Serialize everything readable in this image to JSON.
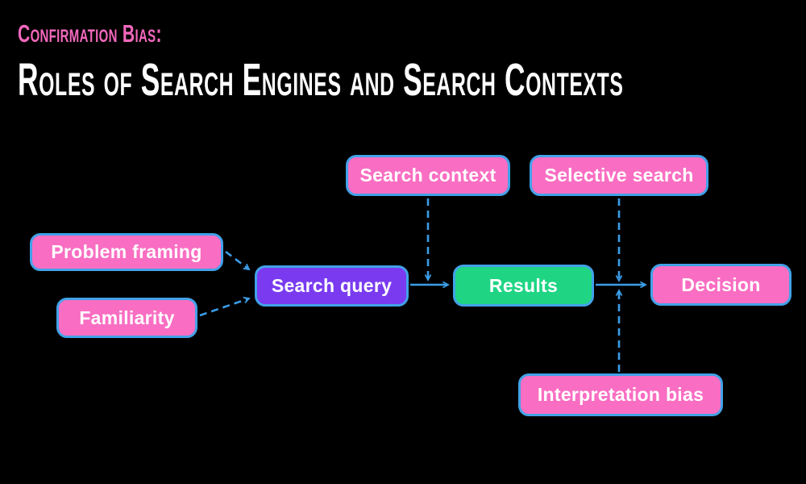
{
  "header": {
    "subtitle": "Confirmation Bias:",
    "title": "Roles of Search Engines and Search Contexts"
  },
  "colors": {
    "background": "#000000",
    "pink": "#f96ec2",
    "purple": "#7a3bf0",
    "green": "#1fd584",
    "blue": "#3b9de6",
    "text": "#ffffff",
    "subtitle_pink": "#f368bd"
  },
  "nodes": [
    {
      "id": "problem-framing",
      "label": "Problem framing",
      "color": "pink"
    },
    {
      "id": "familiarity",
      "label": "Familiarity",
      "color": "pink"
    },
    {
      "id": "search-context",
      "label": "Search context",
      "color": "pink"
    },
    {
      "id": "selective-search",
      "label": "Selective search",
      "color": "pink"
    },
    {
      "id": "search-query",
      "label": "Search query",
      "color": "purple"
    },
    {
      "id": "results",
      "label": "Results",
      "color": "green"
    },
    {
      "id": "decision",
      "label": "Decision",
      "color": "pink"
    },
    {
      "id": "interpretation-bias",
      "label": "Interpretation bias",
      "color": "pink"
    }
  ],
  "edges": [
    {
      "from": "problem-framing",
      "to": "search-query",
      "style": "dashed"
    },
    {
      "from": "familiarity",
      "to": "search-query",
      "style": "dashed"
    },
    {
      "from": "search-query",
      "to": "results",
      "style": "solid"
    },
    {
      "from": "search-context",
      "to": "search-query-results-link",
      "style": "dashed"
    },
    {
      "from": "results",
      "to": "decision",
      "style": "solid"
    },
    {
      "from": "selective-search",
      "to": "results-decision-link",
      "style": "dashed"
    },
    {
      "from": "interpretation-bias",
      "to": "results-decision-link",
      "style": "dashed"
    }
  ]
}
